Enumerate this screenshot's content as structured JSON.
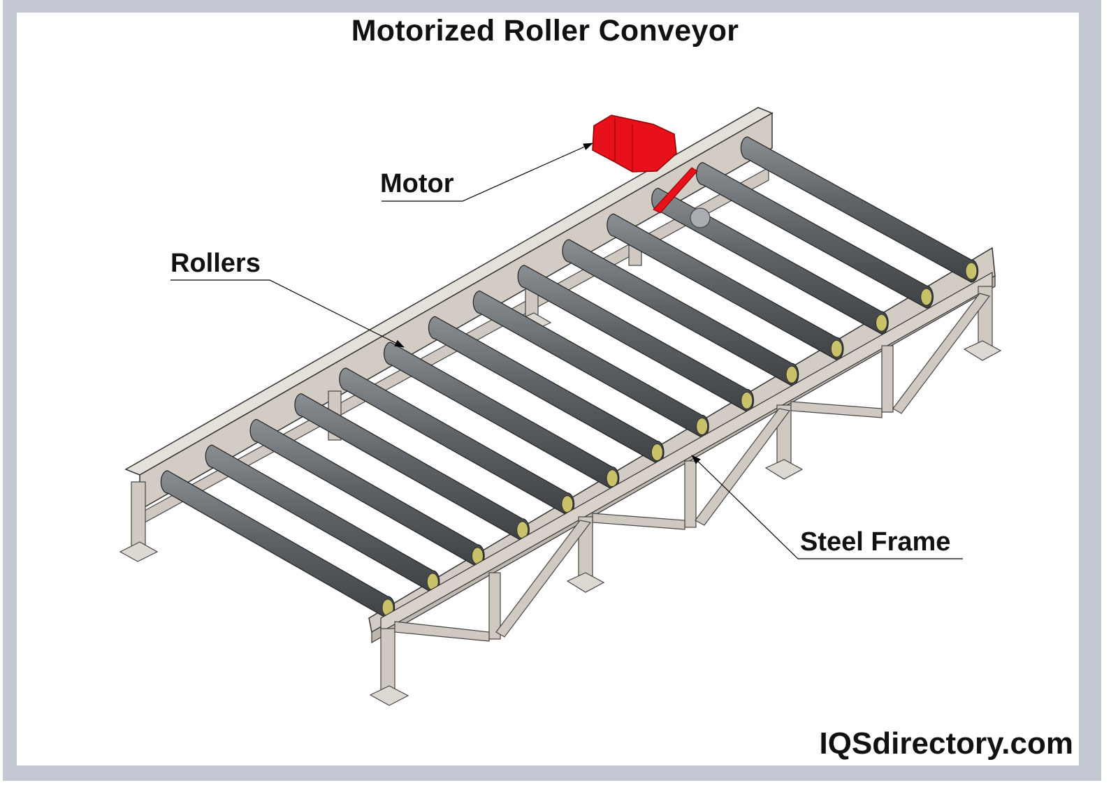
{
  "diagram": {
    "title": "Motorized Roller Conveyor",
    "callouts": [
      {
        "id": "motor",
        "label": "Motor"
      },
      {
        "id": "rollers",
        "label": "Rollers"
      },
      {
        "id": "steel-frame",
        "label": "Steel Frame"
      }
    ],
    "brand": "IQSdirectory.com",
    "colors": {
      "border": "#c4c8d3",
      "frame_steel": "#d2ccc4",
      "roller": "#5f6468",
      "motor": "#e8101a"
    },
    "roller_count": 14
  }
}
